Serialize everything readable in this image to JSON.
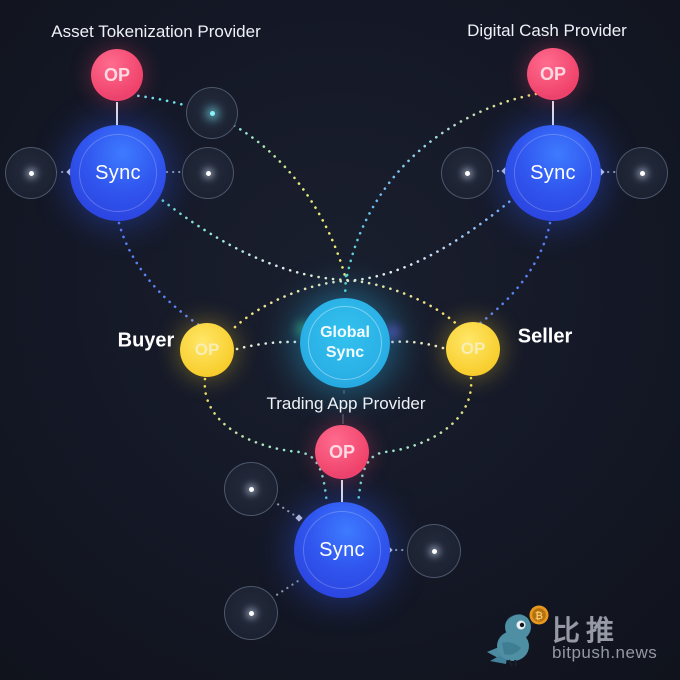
{
  "diagram": {
    "clusters": {
      "asset": {
        "title": "Asset Tokenization Provider",
        "op": "OP",
        "sync": "Sync"
      },
      "cash": {
        "title": "Digital Cash Provider",
        "op": "OP",
        "sync": "Sync"
      },
      "trading": {
        "title": "Trading App Provider",
        "op": "OP",
        "sync": "Sync"
      },
      "center": {
        "global": "Global Sync",
        "buyer_label": "Buyer",
        "buyer_op": "OP",
        "seller_label": "Seller",
        "seller_op": "OP"
      }
    },
    "colors": {
      "background": "#141826",
      "op_pink": "#f0436b",
      "op_yellow": "#f8ce2e",
      "sync_blue": "#3055ee",
      "global_cyan": "#2ab4e8",
      "dot_yellow": "#f2e26a",
      "dot_cyan": "#6fe3ef",
      "dot_blue": "#5c80f5",
      "dot_teal": "#5fd9c9"
    }
  },
  "watermark": {
    "brand_cn": "比推",
    "brand_site": "bitpush.news",
    "coin_symbol": "₿"
  }
}
